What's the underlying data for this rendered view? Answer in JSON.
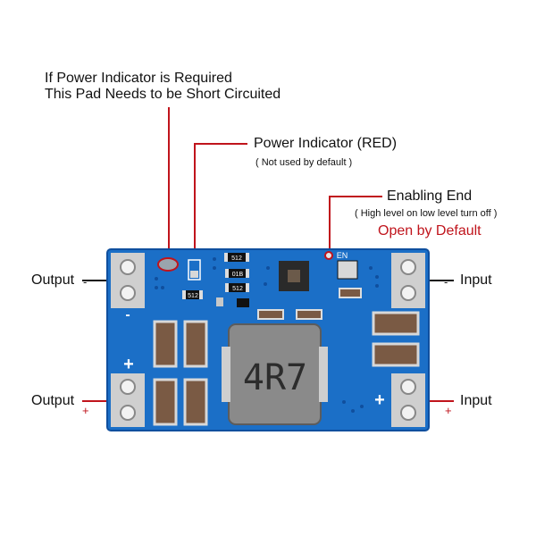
{
  "annotations": {
    "power_pad": {
      "line1": "If Power Indicator is Required",
      "line2": "This Pad Needs to be Short Circuited"
    },
    "power_indicator": {
      "title": "Power Indicator (RED)",
      "note": "( Not used by default )"
    },
    "enable": {
      "title": "Enabling End",
      "note": "( High level on low level turn off )",
      "default": "Open by Default"
    },
    "output_neg": {
      "label": "Output",
      "sign": "-"
    },
    "output_pos": {
      "label": "Output",
      "sign": "+"
    },
    "input_neg": {
      "label": "Input",
      "sign": "-"
    },
    "input_pos": {
      "label": "Input",
      "sign": "+"
    }
  },
  "board": {
    "inductor_marking": "4R7",
    "silk_minus": "-",
    "silk_plus_left": "+",
    "silk_plus_right": "+",
    "enable_pad_label": "EN",
    "resistor_codes": [
      "512",
      "01B",
      "512",
      "512"
    ],
    "colors": {
      "pcb": "#1b6fc7",
      "pcb_dark": "#0f4f9e",
      "pad": "#cfcfcf",
      "inductor": "#8a8a8a",
      "capacitor": "#7a5a44",
      "accent_red": "#c0141c"
    }
  }
}
